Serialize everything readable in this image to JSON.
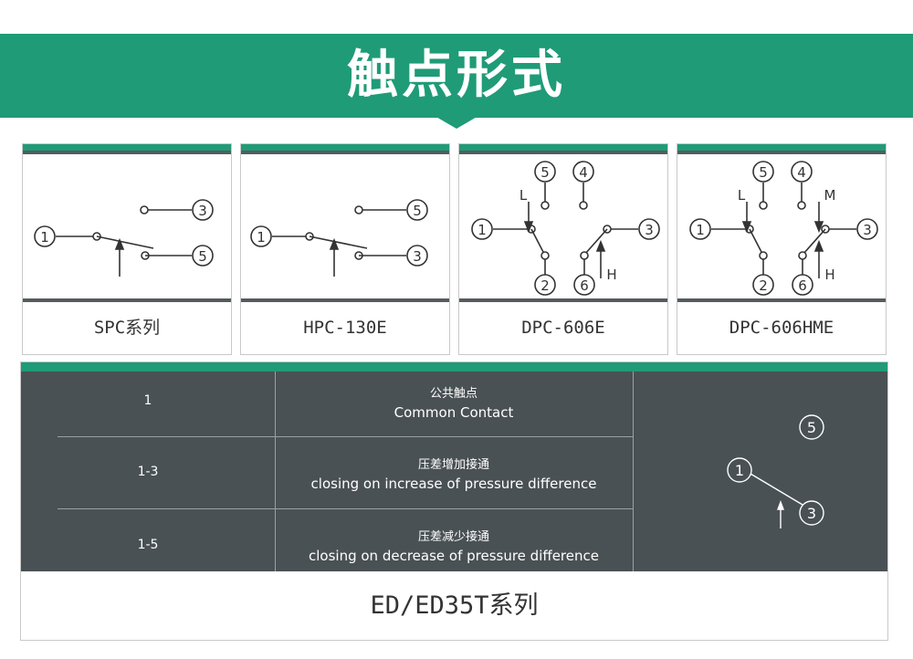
{
  "header": {
    "title": "触点形式"
  },
  "cards": [
    {
      "label": "SPC系列",
      "terminals": [
        "1",
        "3",
        "5"
      ]
    },
    {
      "label": "HPC-130E",
      "terminals": [
        "1",
        "5",
        "3"
      ]
    },
    {
      "label": "DPC-606E",
      "terminals": [
        "5",
        "4",
        "1",
        "3",
        "2",
        "6"
      ],
      "markers": [
        "L",
        "H"
      ]
    },
    {
      "label": "DPC-606HME",
      "terminals": [
        "5",
        "4",
        "1",
        "3",
        "2",
        "6"
      ],
      "markers": [
        "L",
        "M",
        "H"
      ]
    }
  ],
  "ed_series": {
    "label": "ED/ED35T系列",
    "rows": [
      {
        "id": "1",
        "zh": "公共触点",
        "en": "Common Contact"
      },
      {
        "id": "1-3",
        "zh": "压差增加接通",
        "en": "closing on increase of pressure difference"
      },
      {
        "id": "1-5",
        "zh": "压差减少接通",
        "en": "closing on decrease of pressure difference"
      }
    ],
    "diagram_terminals": [
      "5",
      "1",
      "3"
    ]
  },
  "colors": {
    "brand_green": "#1f9b77",
    "table_dark": "#4a5154",
    "divider_dark": "#555b5e"
  }
}
